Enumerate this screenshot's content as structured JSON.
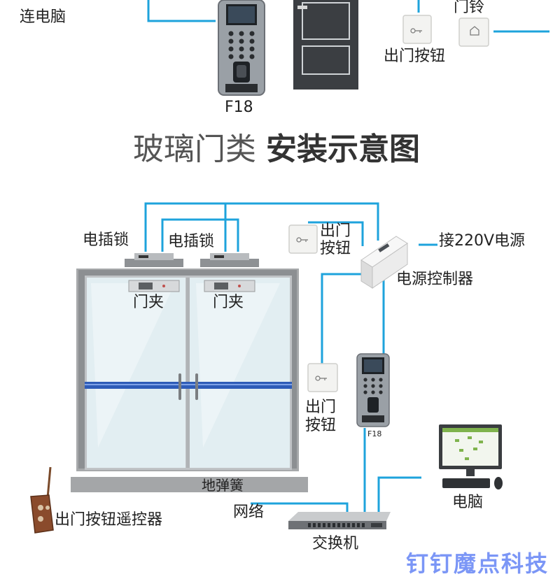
{
  "title": {
    "light": "玻璃门类",
    "bold": "安装示意图"
  },
  "top": {
    "pc_connect": "连电脑",
    "device_model": "F18",
    "exit_button": "出门按钮",
    "doorbell": "门铃"
  },
  "diagram": {
    "electric_lock_left": "电插锁",
    "electric_lock_right": "电插锁",
    "door_clip_left": "门夹",
    "door_clip_right": "门夹",
    "exit_button_top_l1": "出门",
    "exit_button_top_l2": "按钮",
    "power_input": "接220V电源",
    "power_controller": "电源控制器",
    "exit_button_mid_l1": "出门",
    "exit_button_mid_l2": "按钮",
    "device_model": "F18",
    "floor_spring": "地弹簧",
    "remote": "出门按钮遥控器",
    "network": "网络",
    "switch": "交换机",
    "computer": "电脑"
  },
  "watermark": "钉钉魔点科技",
  "colors": {
    "wire": "#1ea3dc",
    "door": "#3b3e42",
    "frame": "#9a9a9a",
    "glass": "#e2eef2",
    "stripe": "#2e5cb8"
  }
}
